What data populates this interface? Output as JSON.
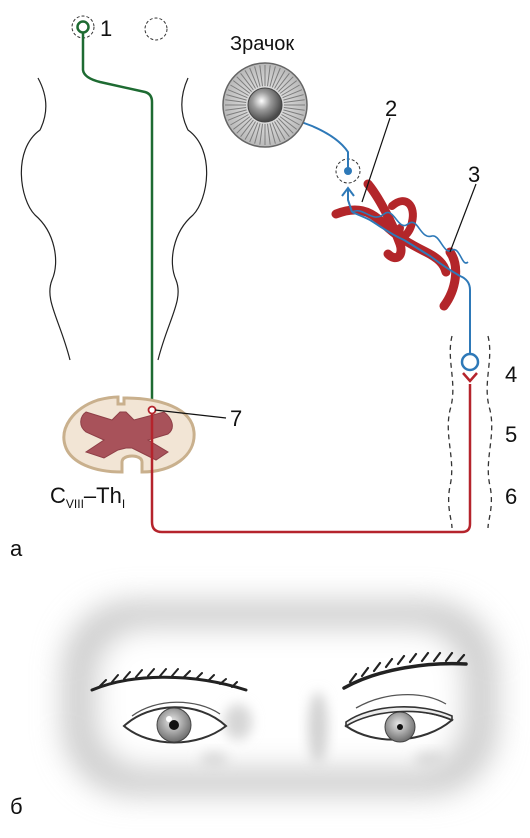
{
  "panel_a": {
    "panel_label": "а",
    "pupil_label": "Зрачок",
    "markers": [
      "1",
      "2",
      "3",
      "4",
      "5",
      "6",
      "7"
    ],
    "segment_label": {
      "c": "C",
      "c_sub": "VIII",
      "dash": "–",
      "th": "Th",
      "th_sub": "I"
    }
  },
  "panel_b": {
    "panel_label": "б"
  },
  "colors": {
    "central_neuron": "#1e6b32",
    "preganglionic": "#b5242c",
    "postganglionic": "#2e79b8",
    "artery": "#b3262a",
    "cord_outline": "#d8c3a4",
    "cord_gray": "#a8525a"
  }
}
